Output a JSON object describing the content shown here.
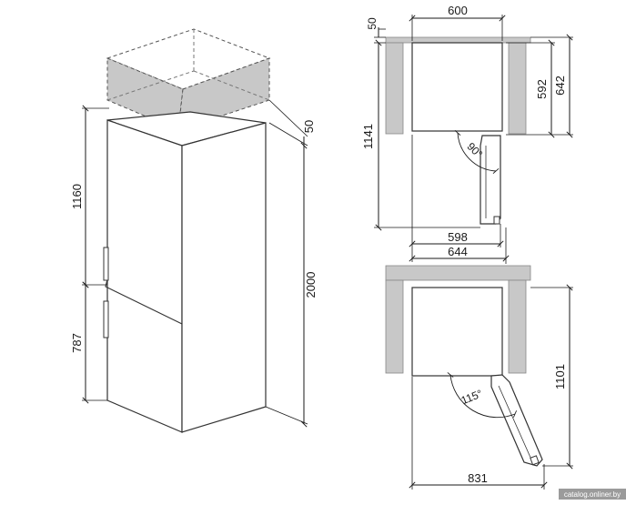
{
  "side_view": {
    "labels": {
      "height_fridge": "1160",
      "height_freezer": "787",
      "total_height": "2000",
      "top_clearance": "50"
    }
  },
  "top_view_90": {
    "labels": {
      "width_top": "600",
      "rear_gap": "50",
      "depth_inner": "592",
      "depth_outer": "642",
      "door_span": "1141",
      "width_bottom": "598",
      "width_open": "644",
      "angle": "90°"
    }
  },
  "top_view_115": {
    "labels": {
      "depth_open": "1101",
      "width_open": "831",
      "angle": "115°"
    }
  },
  "watermark": "catalog.onliner.by",
  "colors": {
    "wall_fill": "#c8c8c8",
    "line": "#1a1a1a",
    "appliance_edge": "#333333"
  }
}
